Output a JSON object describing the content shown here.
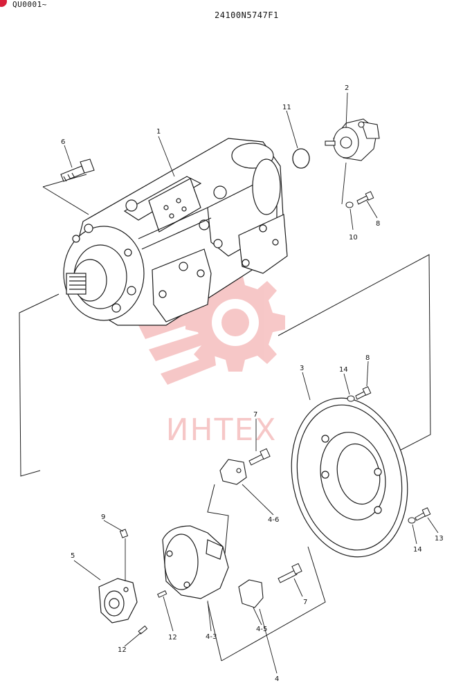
{
  "header": {
    "corner_code": "QU0001~",
    "drawing_number": "24100N5747F1"
  },
  "watermark": {
    "text": "ИНТЕХ",
    "color": "#e23a3a"
  },
  "colors": {
    "line": "#1a1a1a",
    "corner_mark": "#d8203a"
  },
  "callouts": {
    "c1": "1",
    "c2": "2",
    "c3": "3",
    "c4": "4",
    "c4_3": "4-3",
    "c4_5": "4-5",
    "c4_6": "4-6",
    "c5": "5",
    "c6": "6",
    "c7a": "7",
    "c7b": "7",
    "c8a": "8",
    "c8b": "8",
    "c9": "9",
    "c10": "10",
    "c11": "11",
    "c12a": "12",
    "c12b": "12",
    "c13": "13",
    "c14a": "14",
    "c14b": "14"
  }
}
